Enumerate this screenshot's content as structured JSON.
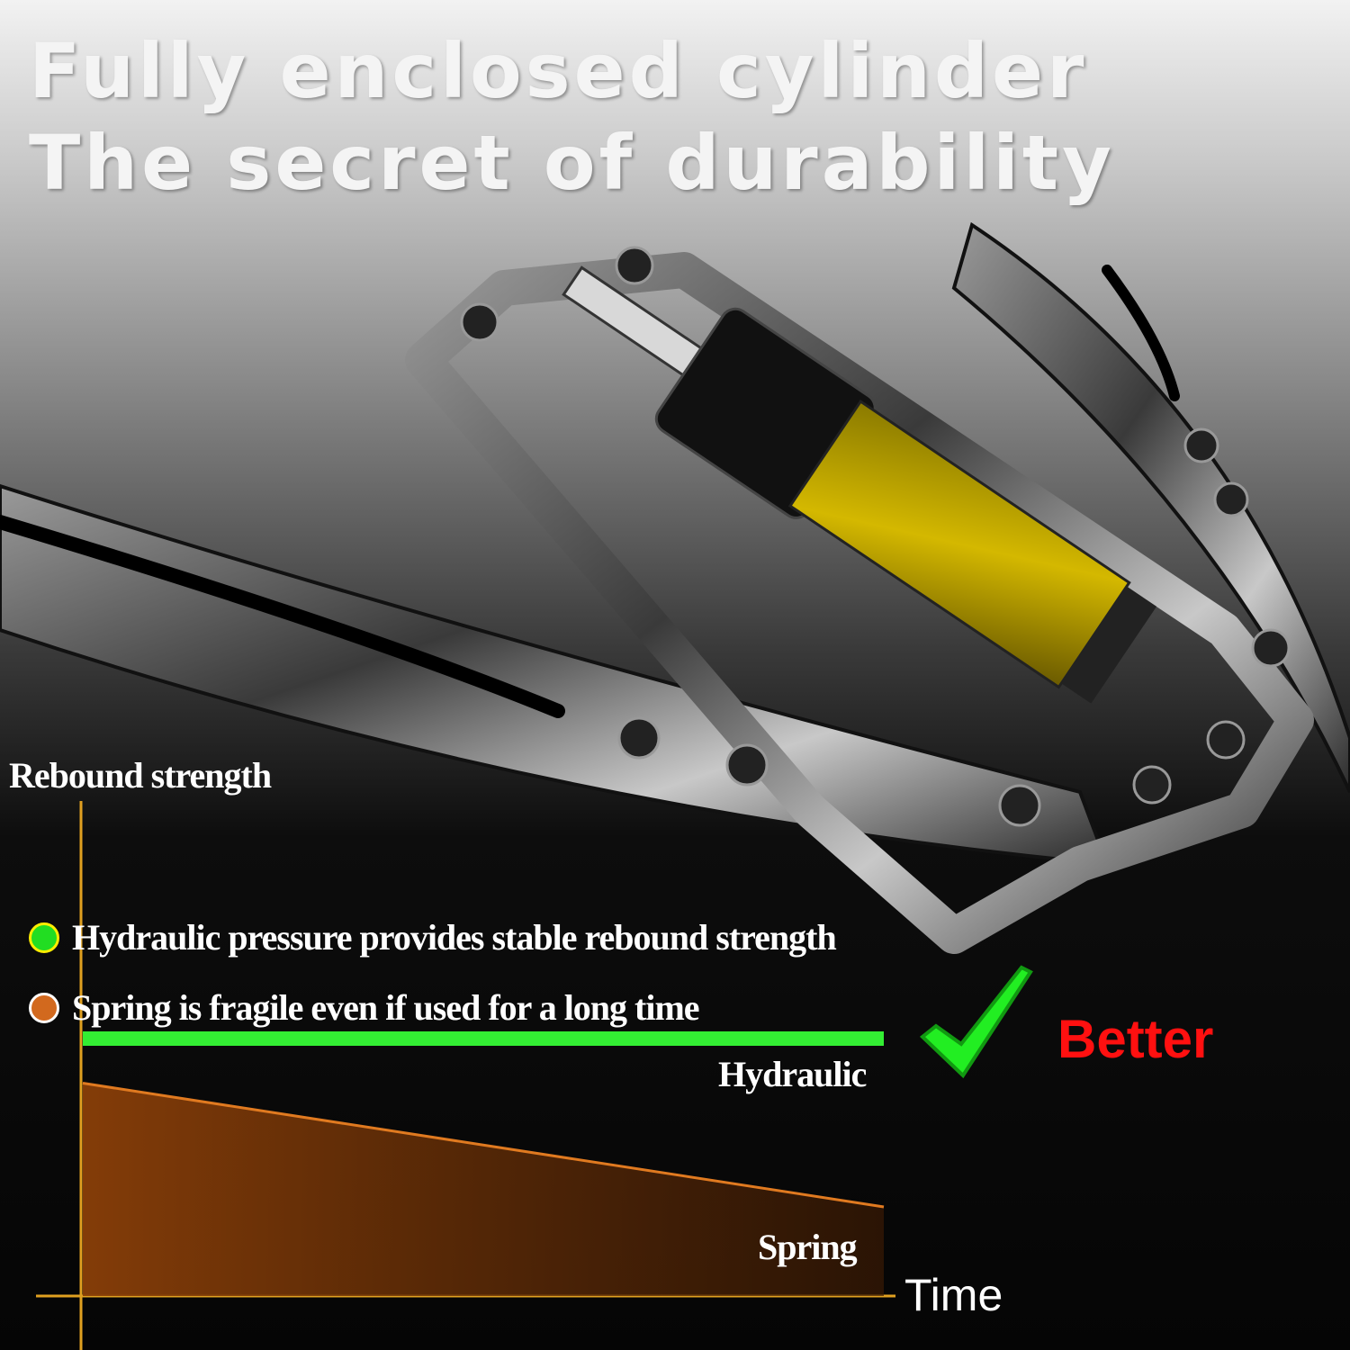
{
  "headline": {
    "line1": "Fully enclosed cylinder",
    "line2": "The secret of durability"
  },
  "legend": [
    {
      "text": "Hydraulic pressure provides stable rebound strength",
      "color": "#22dd22"
    },
    {
      "text": "Spring is fragile even if used for a long time",
      "color": "#d2691e"
    }
  ],
  "badge": {
    "text": "Better",
    "color": "#ff1010",
    "icon": "checkmark-icon"
  },
  "chart_data": {
    "type": "line",
    "title": "",
    "ylabel": "Rebound strength",
    "xlabel": "Time",
    "x": [
      0,
      1
    ],
    "ylim": [
      0,
      100
    ],
    "series": [
      {
        "name": "Hydraulic",
        "values": [
          52,
          52
        ],
        "color": "#33ee33"
      },
      {
        "name": "Spring",
        "values": [
          43,
          18
        ],
        "color": "#e07a20"
      }
    ],
    "grid": false
  }
}
